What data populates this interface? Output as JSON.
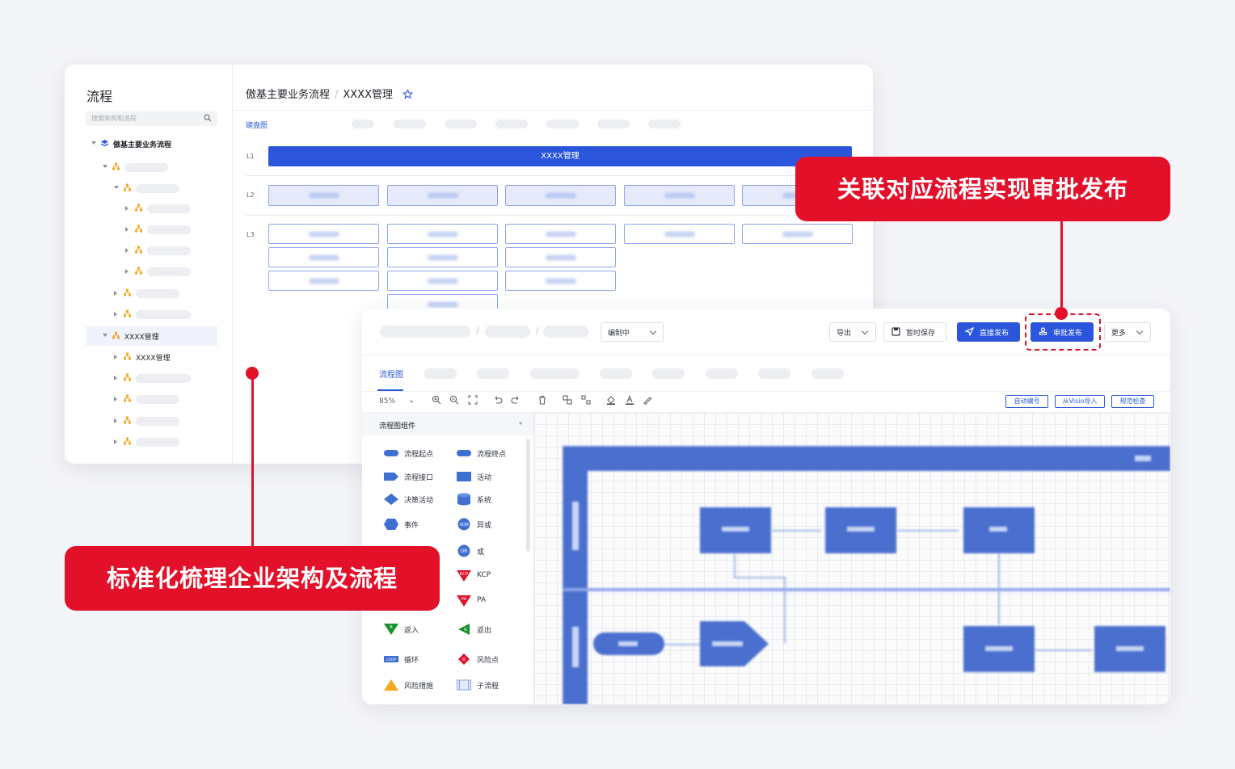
{
  "process_page": {
    "sidebar": {
      "title": "流程",
      "search_placeholder": "搜索架构和流程",
      "root_label": "傲基主要业务流程",
      "selected_label": "XXXX管理",
      "child_label": "XXXX管理"
    },
    "breadcrumb": {
      "root": "傲基主要业务流程",
      "current": "XXXX管理"
    },
    "active_tab": "键盘图",
    "levels": [
      "L1",
      "L2",
      "L3"
    ],
    "l1_label": "XXXX管理"
  },
  "editor": {
    "status_select": "编制中",
    "buttons": {
      "export": "导出",
      "save_draft": "暂时保存",
      "direct_publish": "直接发布",
      "approve_publish": "审批发布",
      "more": "更多"
    },
    "active_tab": "流程图",
    "zoom": "85%",
    "tools": {
      "auto_number": "自动编号",
      "import_visio": "从Visio导入",
      "check": "规范检查"
    },
    "palette_title": "流程图组件",
    "palette_items": [
      "流程起点",
      "流程终点",
      "流程接口",
      "活动",
      "决策活动",
      "系统",
      "事件",
      "异或",
      "或",
      "KCP",
      "PA",
      "返入",
      "返出",
      "循环",
      "风险点",
      "风险措施",
      "子流程"
    ],
    "icon_labels": {
      "xor": "XOR",
      "or": "OR",
      "kcp": "KCP",
      "pa": "PA",
      "r": "R",
      "loop": "LOOP"
    }
  },
  "callouts": {
    "approval": "关联对应流程实现审批发布",
    "standardize": "标准化梳理企业架构及流程"
  },
  "colors": {
    "brand_blue": "#2b56dc",
    "accent_red": "#e3102a",
    "org_icon": "#f5a623"
  }
}
